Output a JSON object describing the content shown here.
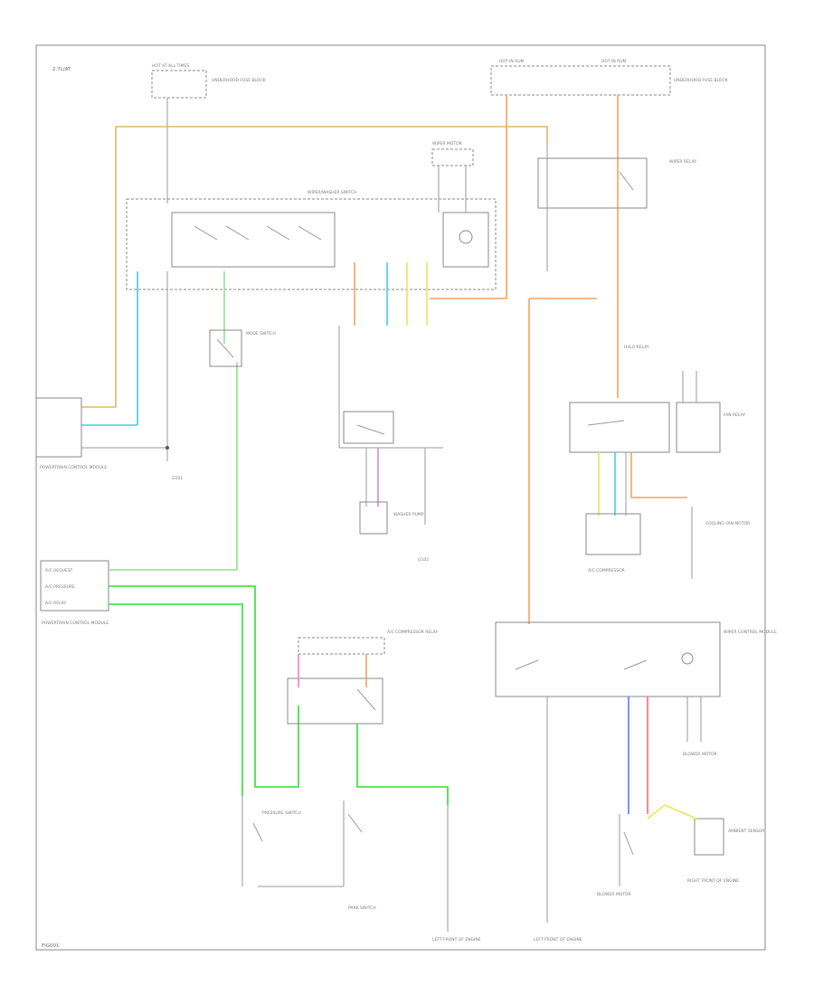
{
  "page_label": "2.7L/AT",
  "footer_code": "FIG001",
  "colors": {
    "wire_orange": "#f4a460",
    "wire_tan": "#e0b86a",
    "wire_cyan": "#3fd0e0",
    "wire_green": "#8fe08f",
    "wire_bright_green": "#33dd33",
    "wire_pink": "#ee82c8",
    "wire_yellow": "#e8e85a",
    "wire_blue": "#5a78ff",
    "wire_red": "#ff6b6b",
    "wire_black": "#9a9a9a",
    "frame": "#8a8a8a"
  },
  "labels": {
    "fuse_top_left": "HOT AT ALL TIMES",
    "fuse_top_left_desc": "UNDERHOOD FUSE BLOCK",
    "fuse_top_right_a": "HOT IN RUN",
    "fuse_top_right_b": "HOT IN RUN",
    "fuse_top_right_desc": "UNDERHOOD FUSE BLOCK",
    "wiper_switch": "WIPER/WASHER SWITCH",
    "wiper_motor": "WIPER MOTOR",
    "relay_top_right": "WIPER RELAY",
    "pcm": "POWERTRAIN CONTROL MODULE",
    "mode_switch": "MODE SWITCH",
    "ground_g1": "G101",
    "ground_g2": "G102",
    "washer_pump": "WASHER PUMP",
    "hi_lo_relay": "HI/LO RELAY",
    "pressure_switch": "PRESSURE SWITCH",
    "compressor_relay": "A/C COMPRESSOR RELAY",
    "compressor": "A/C COMPRESSOR",
    "control_module": "WIPER CONTROL MODULE",
    "park_switch": "PARK SWITCH",
    "blower_motor": "BLOWER MOTOR",
    "fan_relay": "FAN RELAY",
    "fan_motor": "COOLING FAN MOTOR",
    "bottom_ground_left": "LEFT FRONT OF ENGINE",
    "bottom_ground_mid": "LEFT FRONT OF ENGINE",
    "bottom_ground_right": "RIGHT FRONT OF ENGINE",
    "sensor_right": "AMBIENT SENSOR",
    "pcm_pin1": "A/C REQUEST",
    "pcm_pin2": "A/C PRESSURE",
    "pcm_pin3": "A/C RELAY"
  }
}
